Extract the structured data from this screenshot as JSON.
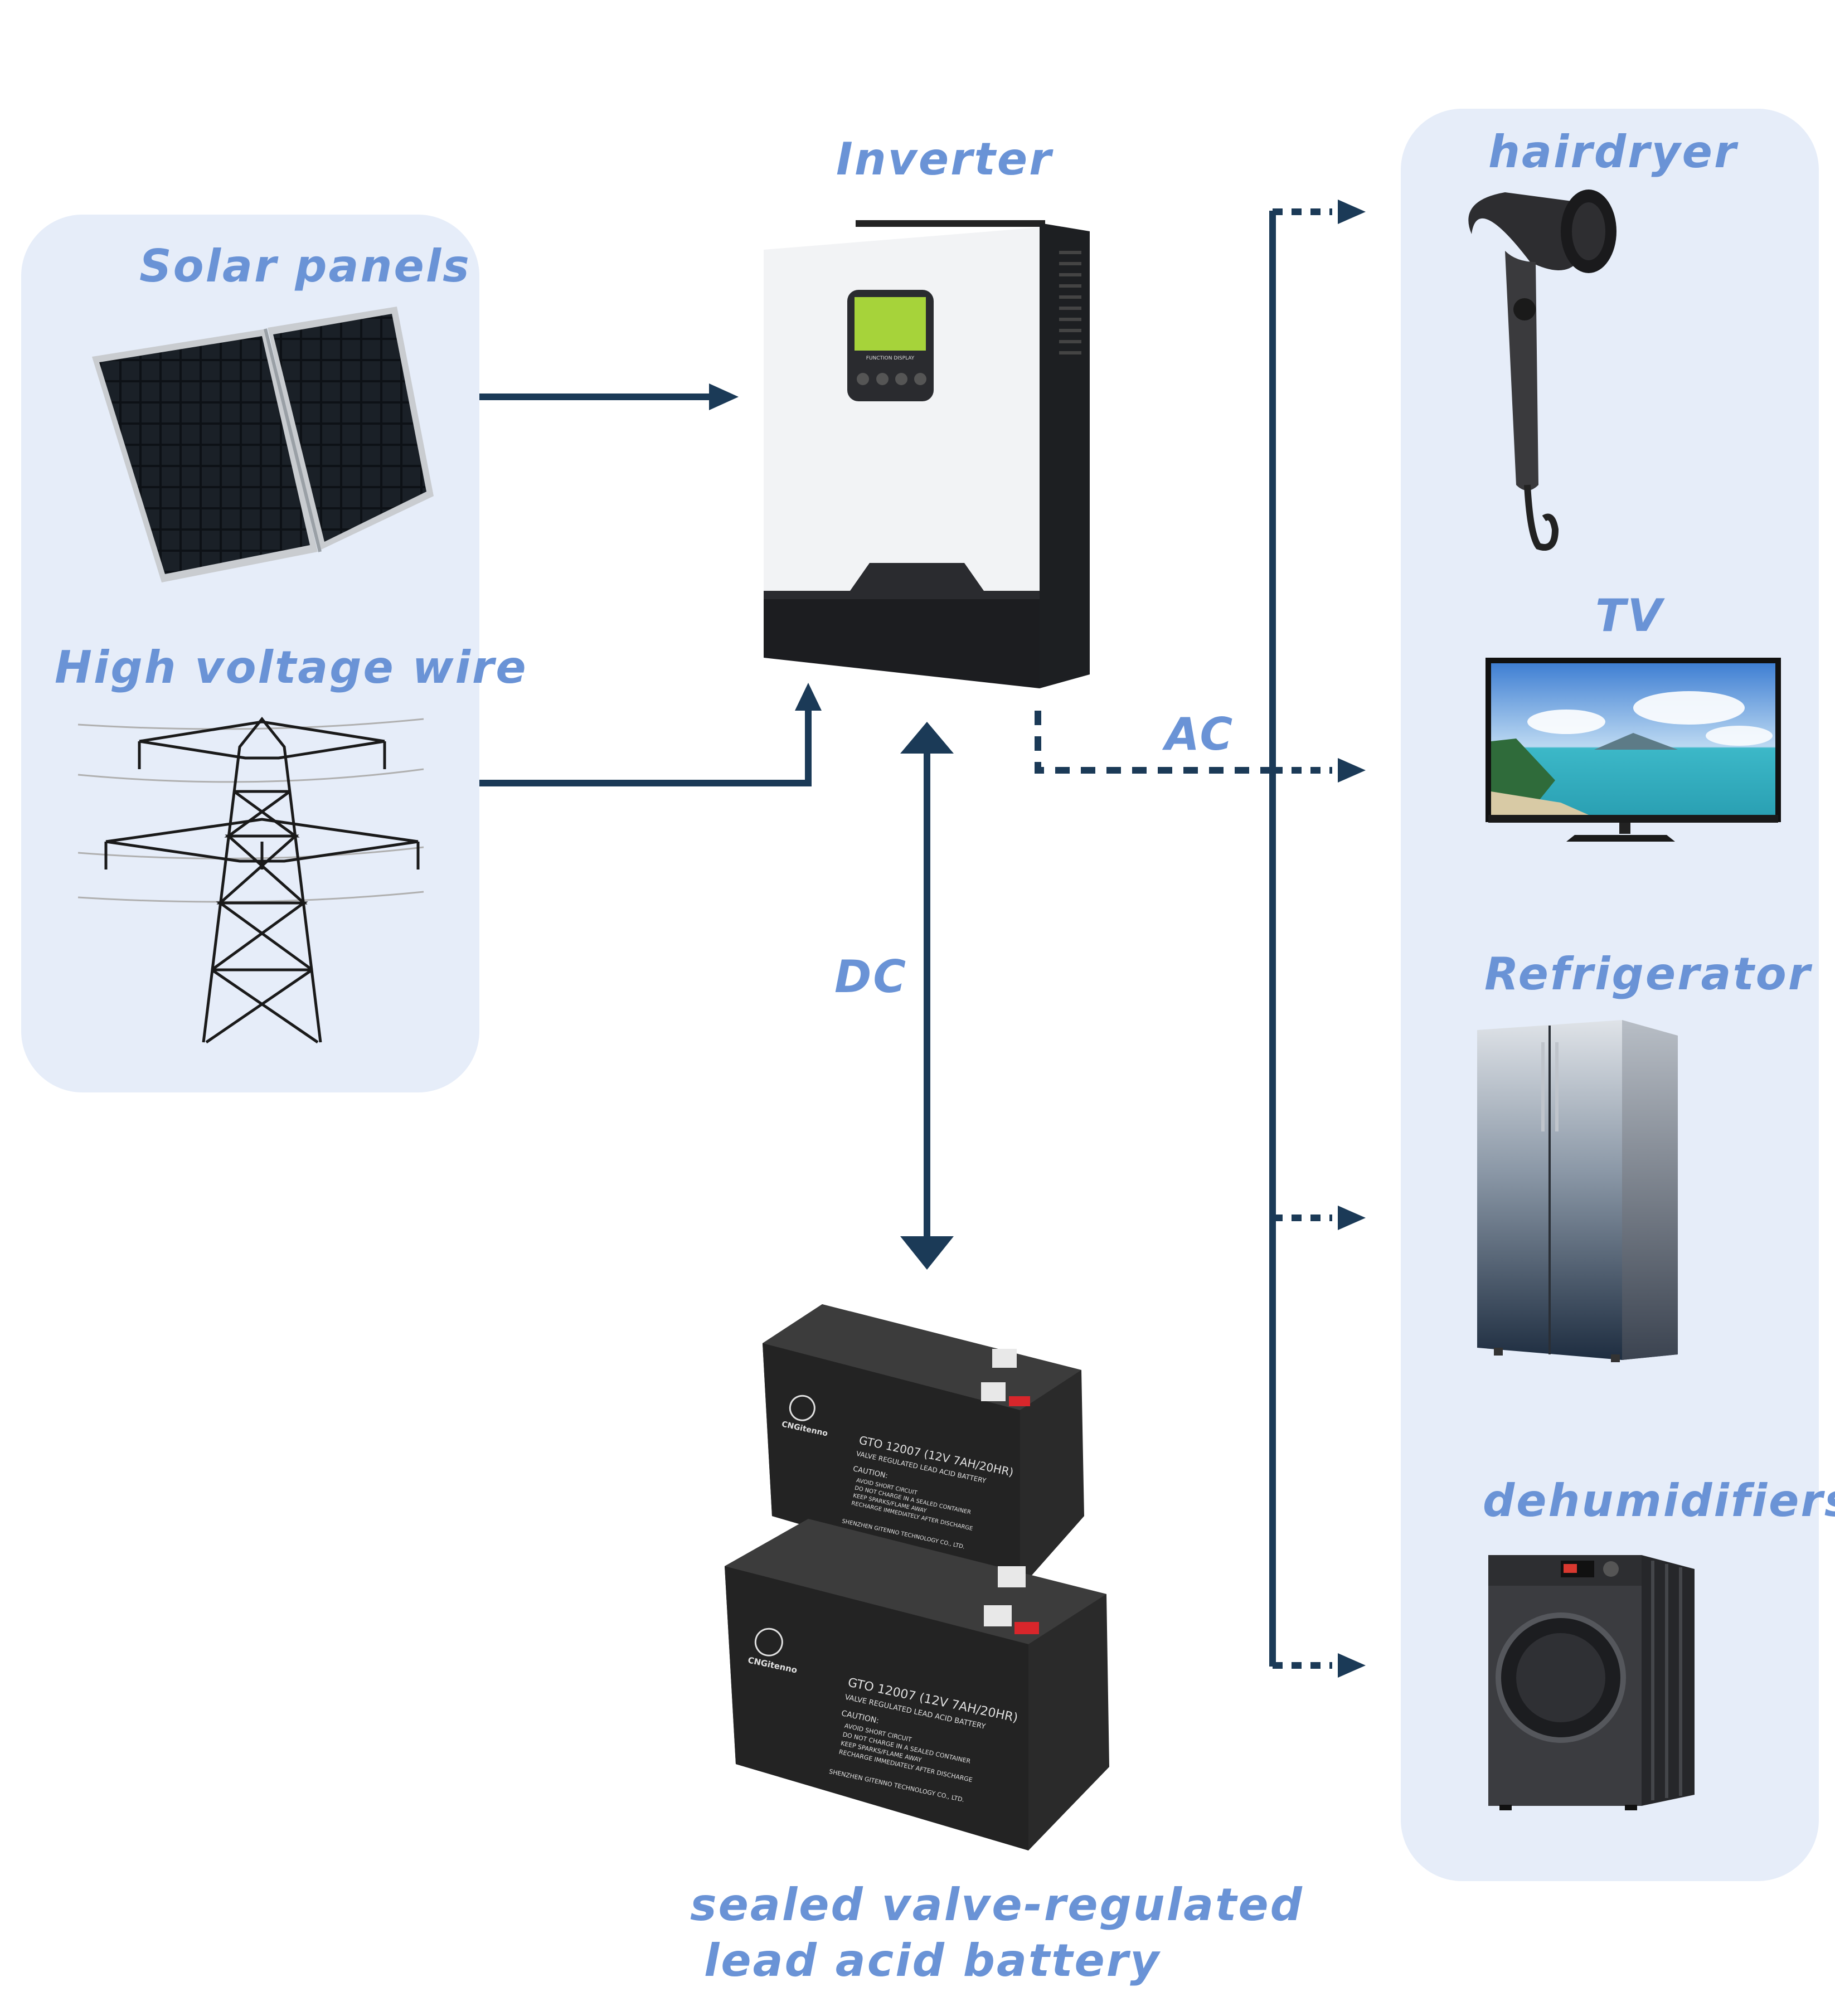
{
  "labels": {
    "solar_panels": "Solar panels",
    "high_voltage_wire": "High voltage wire",
    "inverter": "Inverter",
    "ac": "AC",
    "dc": "DC",
    "battery_line1": "sealed valve-regulated",
    "battery_line2": "lead acid battery",
    "hairdryer": "hairdryer",
    "tv": "TV",
    "refrigerator": "Refrigerator",
    "dehumidifiers": "dehumidifiers"
  },
  "inverter_lcd": "FUNCTION DISPLAY",
  "battery": {
    "brand": "CNGitenno",
    "model": "GTO 12007 (12V 7AH/20HR)",
    "type": "VALVE REGULATED LEAD ACID BATTERY",
    "caution_title": "CAUTION:",
    "caution_lines": [
      "AVOID SHORT CIRCUIT",
      "DO NOT CHARGE IN A SEALED CONTAINER",
      "KEEP SPARKS/FLAME AWAY",
      "RECHARGE IMMEDIATELY AFTER DISCHARGE"
    ],
    "maker": "SHENZHEN GITENNO TECHNOLOGY CO., LTD."
  },
  "colors": {
    "panel_bg": "#e6edf9",
    "label": "#6a93d6",
    "connector": "#1b3a57"
  }
}
